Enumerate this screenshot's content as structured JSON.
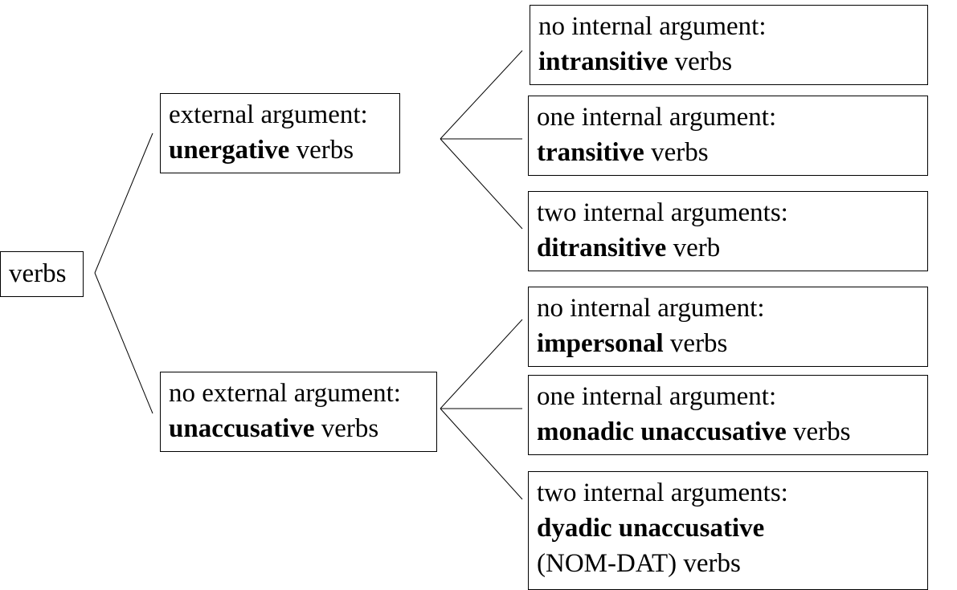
{
  "root": {
    "label": "verbs"
  },
  "branches": [
    {
      "line1": "external argument:",
      "bold": "unergative",
      "rest": " verbs",
      "children": [
        {
          "line1": "no internal argument:",
          "bold": "intransitive",
          "rest": " verbs"
        },
        {
          "line1": "one internal argument:",
          "bold": "transitive",
          "rest": " verbs"
        },
        {
          "line1": "two internal arguments:",
          "bold": "ditransitive",
          "rest": " verb"
        }
      ]
    },
    {
      "line1": "no external argument:",
      "bold": "unaccusative",
      "rest": " verbs",
      "children": [
        {
          "line1": "no internal argument:",
          "bold": "impersonal",
          "rest": " verbs"
        },
        {
          "line1": "one internal argument:",
          "bold": "monadic unaccusative",
          "rest": " verbs"
        },
        {
          "line1": "two internal arguments:",
          "bold": "dyadic unaccusative",
          "line3": "(NOM-DAT) verbs"
        }
      ]
    }
  ]
}
